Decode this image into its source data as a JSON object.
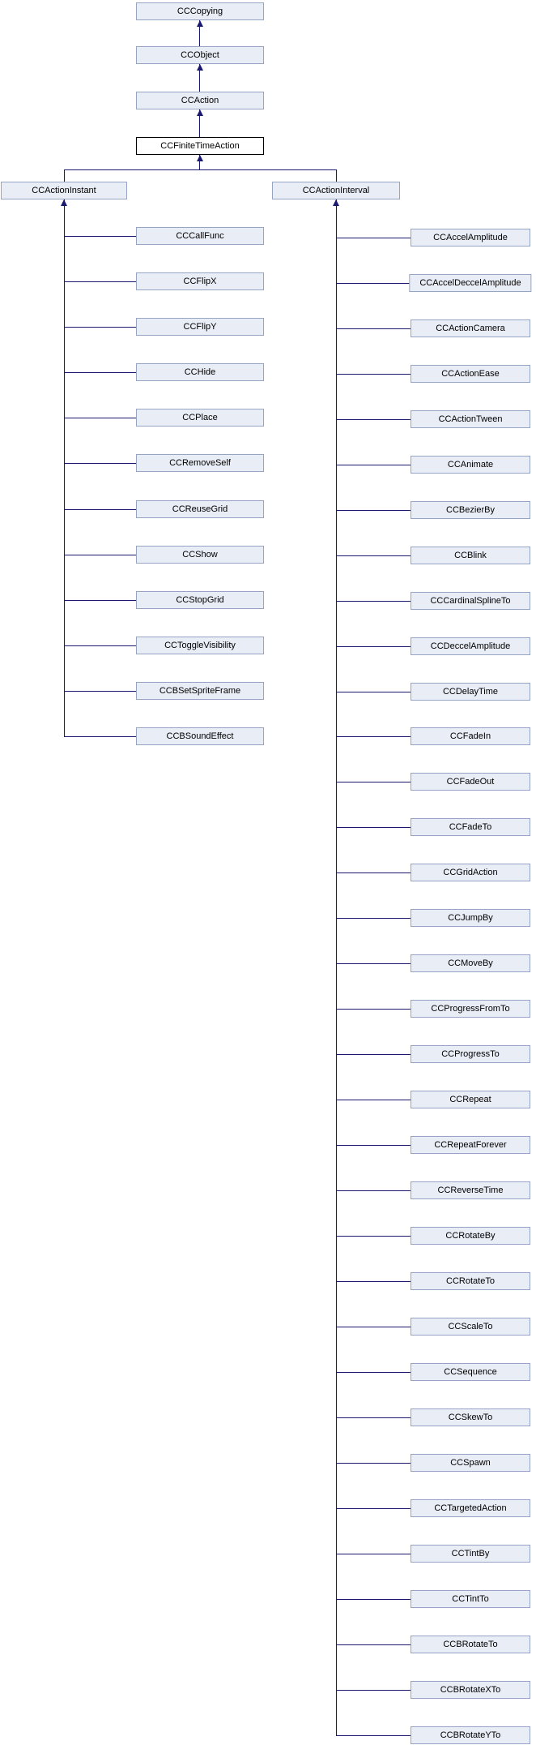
{
  "diagram": {
    "colors": {
      "node_fill": "#E9EDF6",
      "node_border": "#97A5C4",
      "root_fill": "#FFFFFF",
      "root_border": "#000000",
      "edge": "#191970",
      "fold": "#94A5C8",
      "text": "#000000",
      "background": "#FFFFFF"
    },
    "title_chain": [
      {
        "label": "CCCopying",
        "highlight": false
      },
      {
        "label": "CCObject",
        "highlight": false
      },
      {
        "label": "CCAction",
        "highlight": false
      },
      {
        "label": "CCFiniteTimeAction",
        "highlight": true
      }
    ],
    "branches": [
      {
        "label": "CCActionInstant",
        "children": [
          {
            "label": "CCCallFunc",
            "has_derived": true
          },
          {
            "label": "CCFlipX",
            "has_derived": false
          },
          {
            "label": "CCFlipY",
            "has_derived": false
          },
          {
            "label": "CCHide",
            "has_derived": false
          },
          {
            "label": "CCPlace",
            "has_derived": false
          },
          {
            "label": "CCRemoveSelf",
            "has_derived": false
          },
          {
            "label": "CCReuseGrid",
            "has_derived": false
          },
          {
            "label": "CCShow",
            "has_derived": false
          },
          {
            "label": "CCStopGrid",
            "has_derived": false
          },
          {
            "label": "CCToggleVisibility",
            "has_derived": false
          },
          {
            "label": "CCBSetSpriteFrame",
            "has_derived": false
          },
          {
            "label": "CCBSoundEffect",
            "has_derived": false
          }
        ]
      },
      {
        "label": "CCActionInterval",
        "children": [
          {
            "label": "CCAccelAmplitude",
            "has_derived": false
          },
          {
            "label": "CCAccelDeccelAmplitude",
            "has_derived": false
          },
          {
            "label": "CCActionCamera",
            "has_derived": true
          },
          {
            "label": "CCActionEase",
            "has_derived": true
          },
          {
            "label": "CCActionTween",
            "has_derived": false
          },
          {
            "label": "CCAnimate",
            "has_derived": false
          },
          {
            "label": "CCBezierBy",
            "has_derived": true
          },
          {
            "label": "CCBlink",
            "has_derived": false
          },
          {
            "label": "CCCardinalSplineTo",
            "has_derived": true
          },
          {
            "label": "CCDeccelAmplitude",
            "has_derived": false
          },
          {
            "label": "CCDelayTime",
            "has_derived": false
          },
          {
            "label": "CCFadeIn",
            "has_derived": false
          },
          {
            "label": "CCFadeOut",
            "has_derived": false
          },
          {
            "label": "CCFadeTo",
            "has_derived": false
          },
          {
            "label": "CCGridAction",
            "has_derived": true
          },
          {
            "label": "CCJumpBy",
            "has_derived": true
          },
          {
            "label": "CCMoveBy",
            "has_derived": true
          },
          {
            "label": "CCProgressFromTo",
            "has_derived": false
          },
          {
            "label": "CCProgressTo",
            "has_derived": false
          },
          {
            "label": "CCRepeat",
            "has_derived": false
          },
          {
            "label": "CCRepeatForever",
            "has_derived": false
          },
          {
            "label": "CCReverseTime",
            "has_derived": false
          },
          {
            "label": "CCRotateBy",
            "has_derived": false
          },
          {
            "label": "CCRotateTo",
            "has_derived": false
          },
          {
            "label": "CCScaleTo",
            "has_derived": true
          },
          {
            "label": "CCSequence",
            "has_derived": false
          },
          {
            "label": "CCSkewTo",
            "has_derived": true
          },
          {
            "label": "CCSpawn",
            "has_derived": false
          },
          {
            "label": "CCTargetedAction",
            "has_derived": false
          },
          {
            "label": "CCTintBy",
            "has_derived": false
          },
          {
            "label": "CCTintTo",
            "has_derived": false
          },
          {
            "label": "CCBRotateTo",
            "has_derived": false
          },
          {
            "label": "CCBRotateXTo",
            "has_derived": false
          },
          {
            "label": "CCBRotateYTo",
            "has_derived": false
          }
        ]
      }
    ]
  }
}
